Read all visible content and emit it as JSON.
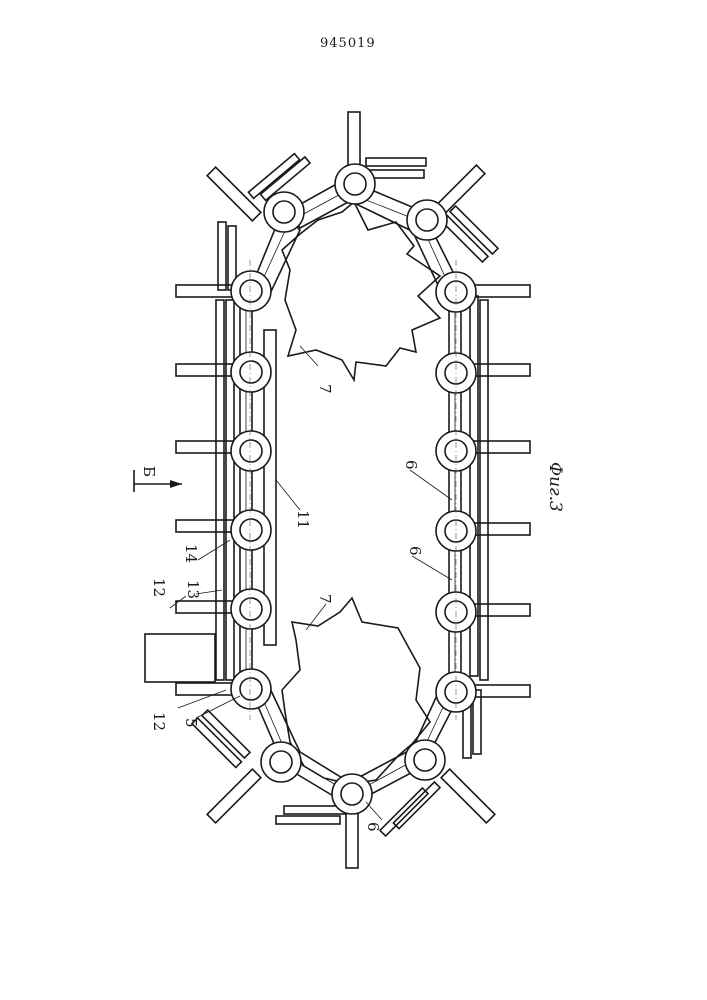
{
  "document": {
    "patent_number": "945019",
    "figure_label": "Фиг.3",
    "view_arrow_label": "Б"
  },
  "labels": {
    "l5": "5",
    "l6a": "6",
    "l6b": "6",
    "l6c": "6",
    "l7a": "7",
    "l7b": "7",
    "l11": "11",
    "l12a": "12",
    "l12b": "12",
    "l13": "13",
    "l14": "14"
  },
  "colors": {
    "ink": "#1a1a1a",
    "paper": "#ffffff"
  }
}
